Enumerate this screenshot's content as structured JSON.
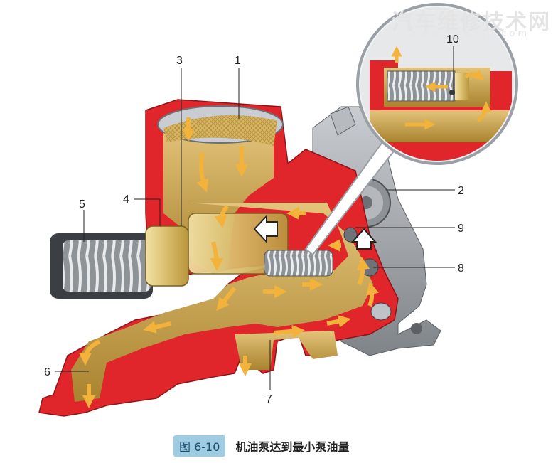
{
  "watermark": {
    "text": "汽车维修技术网",
    "url": "www.qcwxjs.com"
  },
  "labels": [
    "1",
    "2",
    "3",
    "4",
    "5",
    "6",
    "7",
    "8",
    "9",
    "10"
  ],
  "caption": {
    "figure": "图 6-10",
    "title": "机油泵达到最小泵油量"
  },
  "colors": {
    "housing_red": "#e0262b",
    "oil_gold": "#c8a24a",
    "metal_gray": "#9a9ea3",
    "arrow": "#f3b23a",
    "caption_tag": "#9fcbe3"
  }
}
